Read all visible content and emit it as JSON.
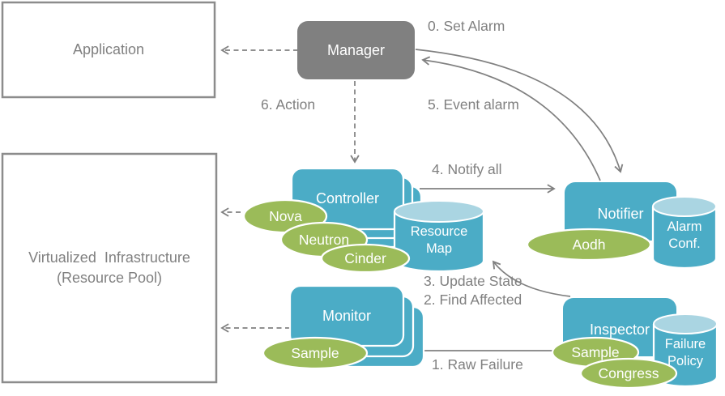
{
  "colors": {
    "teal": "#4BACC6",
    "teal_light": "#AAD5E2",
    "green": "#9BBB59",
    "gray": "#808080",
    "box_border": "#8C8C8C",
    "white": "#FFFFFF",
    "bg": "#FFFFFF"
  },
  "nodes": {
    "application": "Application",
    "vi_line1": "Virtualized  Infrastructure",
    "vi_line2": "(Resource Pool)",
    "manager": "Manager",
    "controller": "Controller",
    "monitor": "Monitor",
    "notifier": "Notifier",
    "inspector": "Inspector",
    "resource_map_line1": "Resource",
    "resource_map_line2": "Map",
    "alarm_conf_line1": "Alarm",
    "alarm_conf_line2": "Conf.",
    "failure_policy_line1": "Failure",
    "failure_policy_line2": "Policy",
    "nova": "Nova",
    "neutron": "Neutron",
    "cinder": "Cinder",
    "monitor_sample": "Sample",
    "aodh": "Aodh",
    "inspector_sample": "Sample",
    "congress": "Congress"
  },
  "edges": {
    "step0": "0. Set Alarm",
    "step1": "1. Raw Failure",
    "step2": "2. Find Affected",
    "step3": "3. Update State",
    "step4": "4. Notify all",
    "step5": "5. Event alarm",
    "step6": "6. Action"
  }
}
